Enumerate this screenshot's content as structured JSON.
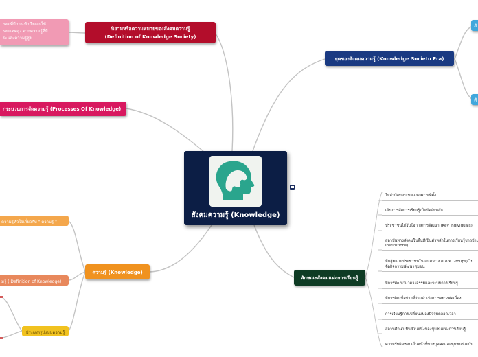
{
  "center": {
    "title": "สังคมความรู้ (Knowledge)",
    "icon": "head-profile-icon"
  },
  "colors": {
    "center": "#0c1e45",
    "definition": "#b30d2b",
    "era": "#1a3a82",
    "process": "#d8185f",
    "features": "#0e3b24",
    "knowledge": "#f0921f",
    "kind": "#f1c21f",
    "pink_note": "#f19ab4"
  },
  "definition": {
    "line1": "นิยามหรือความหมายของสังคมความรู้",
    "line2": "(Definition of Knowledge Society)"
  },
  "pink_note": {
    "line1": "งคมที่มีการเข้าถึงและใช้",
    "line2": "รสนเทศสูง จากความรู้ที่มี",
    "line3": "ระและความรู้สูง"
  },
  "era": {
    "label": "ยุคของสังคมความรู้  (Knowledge Societu Era)"
  },
  "era_right": {
    "top": "สั",
    "bottom": "สั"
  },
  "process": {
    "label": "กระบวนการจัดความรู้ (Processes Of Knowledge)"
  },
  "knowledge": {
    "label": "ความรู้ (Knowledge)"
  },
  "kn_sub1": {
    "label": "ความรู้หัวใจเกี่ยวกับ \" ความรู้ \""
  },
  "kn_sub2": {
    "label": "มรู้ ( Definition of Knowledge)"
  },
  "kind": {
    "label": "ประเภทรูปแบบความรู้"
  },
  "features": {
    "label": "ลักษณะสังคมแห่งการเรียนรู้",
    "items": [
      {
        "l1": "ไม่จำกัดขอบเขตและสถานที่ตั้ง",
        "l2": ""
      },
      {
        "l1": "เน้นการจัดการเรียนรู้เป็นปัจจัยหลัก",
        "l2": ""
      },
      {
        "l1": "ประชาชนได้รับโอกาสการพัฒนา (Key individuals)",
        "l2": ""
      },
      {
        "l1": "สถาบันทางสังคมในพื้นที่เป็นตัวหลักในการเรียนรู้ชาวบ้าน",
        "l2": "Institutions)"
      },
      {
        "l1": "มีกลุ่มแกนประชาชนในแกนกลาง (Core Groups) ไป",
        "l2": "จัดกิจกรรมพัฒนาชุมชน"
      },
      {
        "l1": "มีการพัฒนาแวดวงจรรมและระบบการเรียนรู้",
        "l2": ""
      },
      {
        "l1": "มีการติดเชื่อข่ายที่ร่วมดำเนินการอย่างต่อเนื่อง",
        "l2": ""
      },
      {
        "l1": "การเรียนรู้การเปลี่ยนแปลงปัจจุบตลอดเวลา",
        "l2": ""
      },
      {
        "l1": "สถานศึกษาเป็นส่วนหนึ่งของชุมชนแห่งการเรียนรู้",
        "l2": ""
      },
      {
        "l1": "ความรับผิดชอบเป็นหน้าที่ของบุคคลและชุมชนร่วมกัน",
        "l2": ""
      }
    ]
  }
}
